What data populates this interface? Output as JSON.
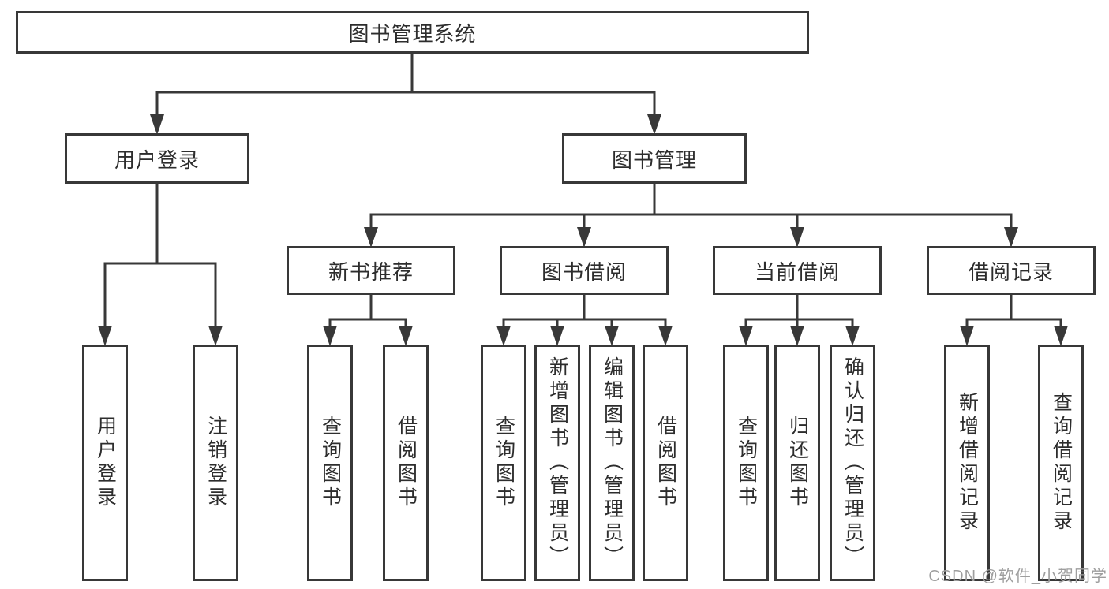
{
  "diagram": {
    "root": "图书管理系统",
    "branches": {
      "user_login": {
        "label": "用户登录",
        "children": [
          "用户登录",
          "注销登录"
        ]
      },
      "book_management": {
        "label": "图书管理",
        "sections": {
          "new_book": {
            "label": "新书推荐",
            "children": [
              "查询图书",
              "借阅图书"
            ]
          },
          "book_borrow": {
            "label": "图书借阅",
            "children": [
              "查询图书",
              "新增图书（管理员）",
              "编辑图书（管理员）",
              "借阅图书"
            ]
          },
          "current_borrow": {
            "label": "当前借阅",
            "children": [
              "查询图书",
              "归还图书",
              "确认归还（管理员）"
            ]
          },
          "borrow_record": {
            "label": "借阅记录",
            "children": [
              "新增借阅记录",
              "查询借阅记录"
            ]
          }
        }
      }
    }
  },
  "watermark": {
    "text": "CSDN @软件_小贺同学"
  },
  "colors": {
    "line": "#383838",
    "box_border": "#383838",
    "text": "#2d2d2d",
    "watermark": "#9e9e9e",
    "background": "#ffffff"
  }
}
